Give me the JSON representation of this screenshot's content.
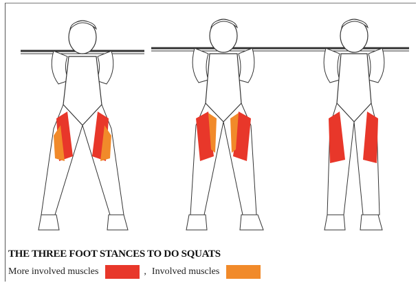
{
  "caption": "THE THREE FOOT STANCES TO DO SQUATS",
  "legend": [
    {
      "label": "More involved muscles",
      "color": "#e8372a"
    },
    {
      "label": "Involved muscles",
      "color": "#f18a2a"
    }
  ],
  "legend_separator": ",",
  "figures": [
    {
      "stance": "wide-toes-out"
    },
    {
      "stance": "shoulder-width"
    },
    {
      "stance": "narrow"
    }
  ],
  "colors": {
    "primary_muscle": "#e8372a",
    "secondary_muscle": "#f18a2a",
    "line": "#333333",
    "skin": "#ffffff"
  }
}
